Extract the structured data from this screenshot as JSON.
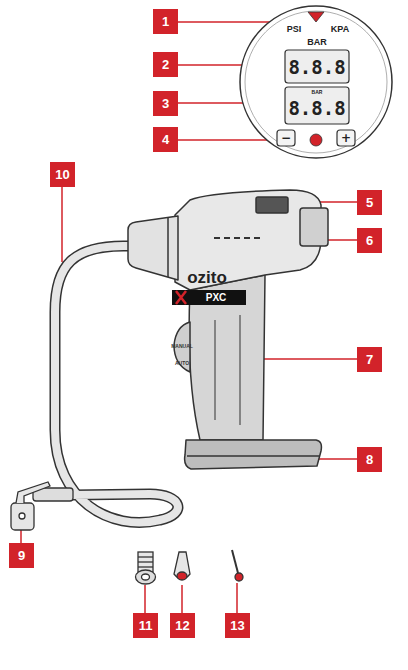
{
  "diagram": {
    "nodes": [
      {
        "text": [
          "1"
        ]
      },
      {
        "text": [
          "2"
        ]
      },
      {
        "text": [
          "3"
        ]
      },
      {
        "text": [
          "4"
        ]
      },
      {
        "text": [
          "5"
        ]
      },
      {
        "text": [
          "6"
        ]
      },
      {
        "text": [
          "7"
        ]
      },
      {
        "text": [
          "8"
        ]
      },
      {
        "text": [
          "9"
        ]
      },
      {
        "text": [
          "10"
        ]
      },
      {
        "text": [
          "11"
        ]
      },
      {
        "text": [
          "12"
        ]
      },
      {
        "text": [
          "13"
        ]
      }
    ],
    "labels": [
      "PSI",
      "KPA",
      "BAR",
      "8.8.8",
      "BAR",
      "8.8.8",
      "−",
      "+",
      "ozito",
      "PXC",
      "MANUAL",
      "AUTO"
    ]
  }
}
